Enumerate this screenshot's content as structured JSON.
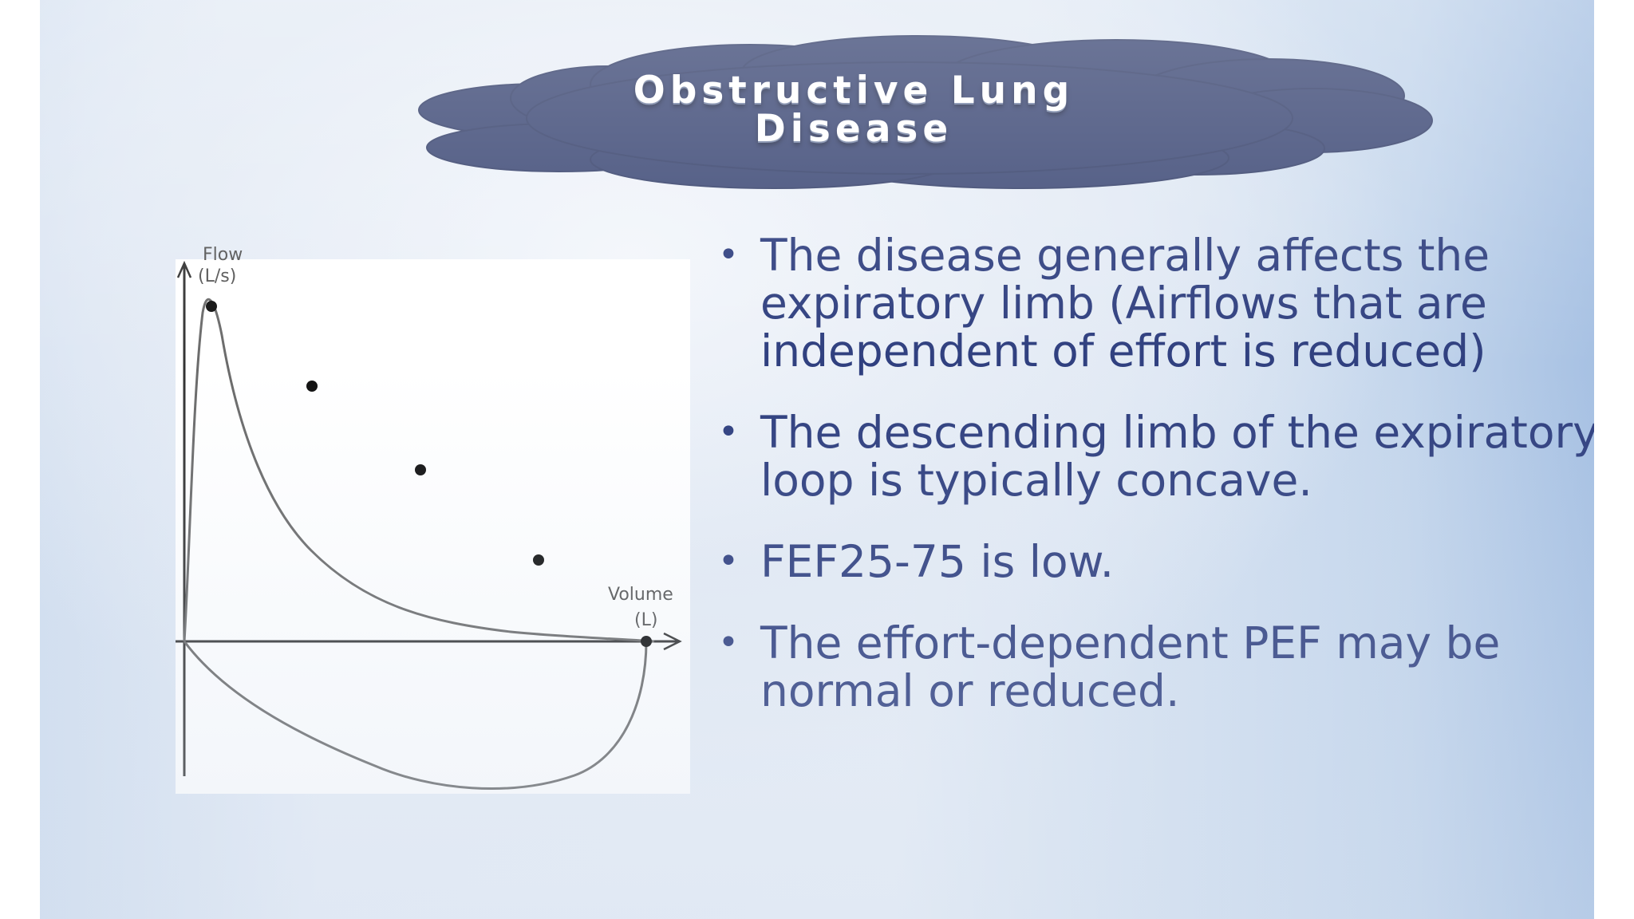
{
  "slide": {
    "title_line1": "Obstructive Lung",
    "title_line2": "Disease",
    "colors": {
      "cloud": "#404c78",
      "bullet_text": "#2f3f7f"
    }
  },
  "figure": {
    "y_axis_label_line1": "Flow",
    "y_axis_label_line2": "(L/s)",
    "x_axis_label_line1": "Volume",
    "x_axis_label_line2": "(L)"
  },
  "bullets": [
    {
      "symbol": "•",
      "text": "The disease generally affects the expiratory limb (Airflows that are independent of effort is reduced)"
    },
    {
      "symbol": "•",
      "text": "The descending limb of the expiratory loop is typically concave."
    },
    {
      "symbol": "•",
      "text": "FEF25-75 is low."
    },
    {
      "symbol": "•",
      "text": "The effort-dependent PEF may be normal or reduced."
    }
  ]
}
